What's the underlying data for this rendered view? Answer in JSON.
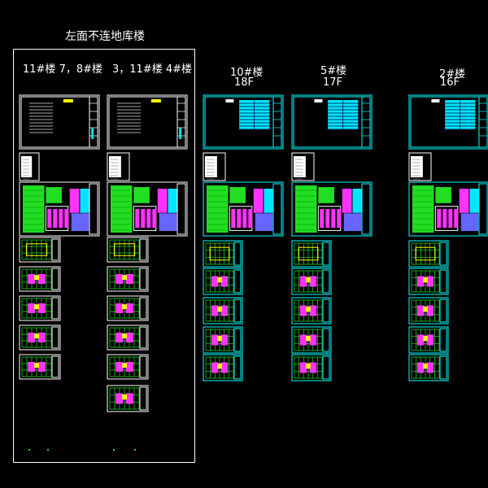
{
  "canvas": {
    "background": "#000000",
    "title": "左面不连地库楼"
  },
  "groups": [
    {
      "label": "11#楼  7，8#楼",
      "sublabel": ""
    },
    {
      "label": "3，11#楼 4#楼",
      "sublabel": ""
    },
    {
      "label": "10#楼",
      "sublabel": "18F"
    },
    {
      "label": "5#楼",
      "sublabel": "17F"
    },
    {
      "label": "2#楼",
      "sublabel": "16F"
    }
  ],
  "colors": {
    "frame_white": "#ffffff",
    "frame_cyan": "#00ffff",
    "sheet_green": "#22dd22",
    "sheet_magenta": "#ff33ff",
    "sheet_yellow": "#ffff00",
    "sheet_cyan": "#00e5ff"
  },
  "icons": [
    "drawing-sheet-icon",
    "floor-plan-icon",
    "table-sheet-icon"
  ]
}
